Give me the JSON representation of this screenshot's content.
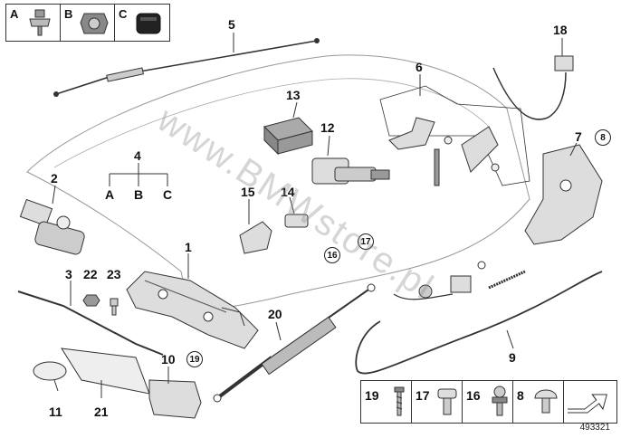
{
  "legend_top": [
    {
      "letter": "A",
      "icon": "screw-nut-icon"
    },
    {
      "letter": "B",
      "icon": "hex-nut-icon"
    },
    {
      "letter": "C",
      "icon": "rubber-plug-icon"
    }
  ],
  "labels": {
    "n1": "1",
    "n2": "2",
    "n3": "3",
    "n4": "4",
    "n4a": "A",
    "n4b": "B",
    "n4c": "C",
    "n5": "5",
    "n6": "6",
    "n7": "7",
    "n8c": "8",
    "n9": "9",
    "n10": "10",
    "n11": "11",
    "n12": "12",
    "n13": "13",
    "n14": "14",
    "n15": "15",
    "n16c": "16",
    "n17c": "17",
    "n18": "18",
    "n19c": "19",
    "n20": "20",
    "n21": "21",
    "n22": "22",
    "n23": "23"
  },
  "legend_bottom": [
    {
      "num": "19",
      "icon": "screw-icon"
    },
    {
      "num": "17",
      "icon": "clip-icon"
    },
    {
      "num": "16",
      "icon": "ball-pin-icon"
    },
    {
      "num": "8",
      "icon": "rubber-buffer-icon"
    },
    {
      "num": "",
      "icon": "arrow-icon"
    }
  ],
  "watermark": "www.BMWstore.pl",
  "diagram_id": "493321",
  "colors": {
    "line": "#333333",
    "part_fill": "#dcdcdc",
    "part_dark": "#555555"
  }
}
